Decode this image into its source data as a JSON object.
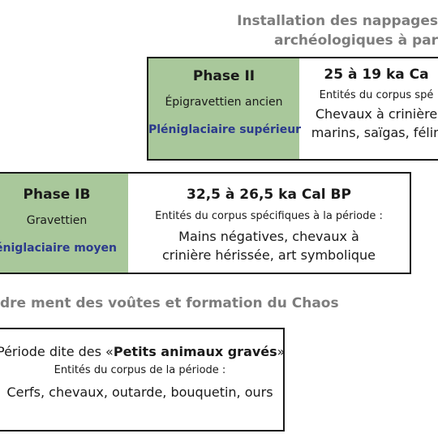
{
  "headings": {
    "top_line1": "Installation des nappages",
    "top_line2": "archéologiques à par",
    "middle": "dre ment des voûtes et formation du Chaos"
  },
  "phase2": {
    "title": "Phase II",
    "culture": "Épigravettien ancien",
    "period": "Pléniglaciaire supérieur",
    "dates": "25 à 19 ka Ca",
    "intro": "Entités du corpus spé",
    "content_line1": "Chevaux à crinière",
    "content_line2": "marins, saïgas, félin"
  },
  "phase1b": {
    "title": "Phase IB",
    "culture": "Gravettien",
    "period": "éniglaciaire moyen",
    "dates": "32,5 à 26,5 ka Cal BP",
    "intro": "Entités du corpus spécifiques à la période :",
    "content_line1": "Mains négatives, chevaux à",
    "content_line2": "crinière hérissée, art symbolique"
  },
  "petits": {
    "title_prefix": "Période dite des «",
    "title_bold": "Petits animaux gravés",
    "title_suffix": "»",
    "intro": "Entités du corpus de la période :",
    "content": "Cerfs, chevaux, outarde, bouquetin, ours"
  },
  "colors": {
    "phase_green": "#a9c89b",
    "period_blue": "#2b3a8c",
    "heading_gray": "#7d7d7d"
  }
}
